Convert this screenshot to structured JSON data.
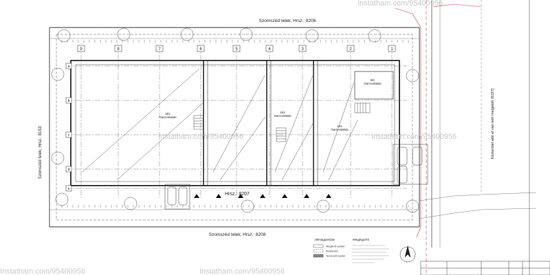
{
  "plot_labels": {
    "north": "Szomszéd telek; Hrsz.: 8206",
    "south": "Szomszéd telek; Hrsz.: 8208",
    "west": "Szomszéd telek; Hrsz.: 8153",
    "center": "Hrsz.: 8207",
    "road": "Közterület alól et van leírt megjelölt (8197)"
  },
  "columns": [
    "9",
    "8",
    "7",
    "6",
    "5",
    "4",
    "3",
    "2",
    "1"
  ],
  "rows": [
    "a",
    "b",
    "c",
    "d",
    "e"
  ],
  "units": [
    {
      "num": "301",
      "name": "Garzonlakás"
    },
    {
      "num": "101",
      "name": "Garzonlakás"
    },
    {
      "num": "101",
      "name": "Garzonlakás"
    },
    {
      "num": "B3",
      "name": "Garzonlakás"
    }
  ],
  "legend": {
    "title": "Jelmagyarázat",
    "items": [
      "Meglévő épület",
      "Bontandó",
      "Tervezett épület"
    ]
  },
  "notes": {
    "title": "Megjegyzés"
  },
  "watermarks": [
    "Instatham.com/95400956",
    "Instatham.com/95400956",
    "Instatham.com/95400956",
    "Instatham.com/95400956",
    "Instatham.com/95400956"
  ]
}
